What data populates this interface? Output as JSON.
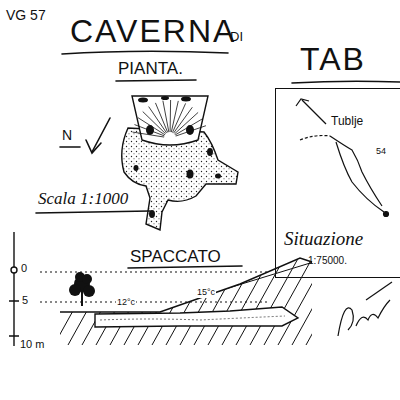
{
  "diagram": {
    "nodes": [
      {
        "text": [
          "Tublje",
          "54",
          "Situazione",
          "1:75000."
        ]
      }
    ],
    "labels": [
      "VG 57",
      "CAVERNA",
      "DI",
      "TAB",
      "PIANTA.",
      "N",
      "Scala 1:1000",
      "SPACCATO",
      "0",
      "5",
      "10 m",
      "12°c",
      "15°c"
    ]
  }
}
